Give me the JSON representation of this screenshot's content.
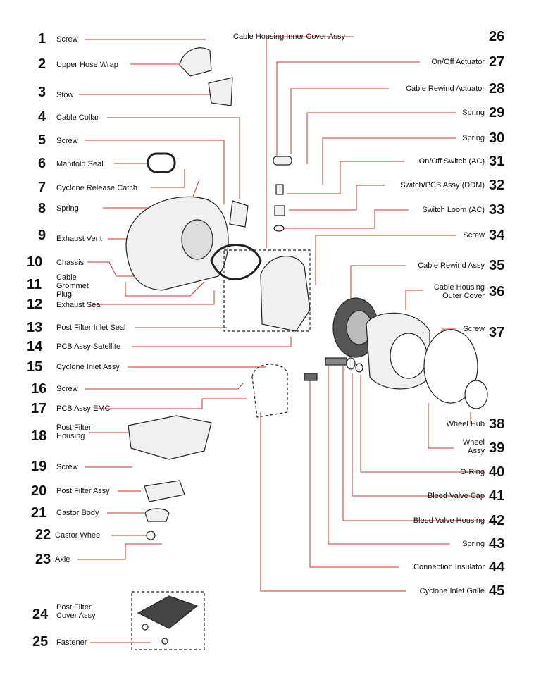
{
  "parts_left": [
    {
      "num": "1",
      "label": "Screw"
    },
    {
      "num": "2",
      "label": "Upper Hose Wrap"
    },
    {
      "num": "3",
      "label": "Stow"
    },
    {
      "num": "4",
      "label": "Cable Collar"
    },
    {
      "num": "5",
      "label": "Screw"
    },
    {
      "num": "6",
      "label": "Manifold Seal"
    },
    {
      "num": "7",
      "label": "Cyclone Release Catch"
    },
    {
      "num": "8",
      "label": "Spring"
    },
    {
      "num": "9",
      "label": "Exhaust Vent"
    },
    {
      "num": "10",
      "label": "Chassis"
    },
    {
      "num": "11",
      "label": "Cable Grommet Plug"
    },
    {
      "num": "12",
      "label": "Exhaust Seal"
    },
    {
      "num": "13",
      "label": "Post Filter Inlet Seal"
    },
    {
      "num": "14",
      "label": "PCB Assy Satellite"
    },
    {
      "num": "15",
      "label": "Cyclone Inlet Assy"
    },
    {
      "num": "16",
      "label": "Screw"
    },
    {
      "num": "17",
      "label": "PCB Assy EMC"
    },
    {
      "num": "18",
      "label": "Post Filter Housing"
    },
    {
      "num": "19",
      "label": "Screw"
    },
    {
      "num": "20",
      "label": "Post Filter Assy"
    },
    {
      "num": "21",
      "label": "Castor Body"
    },
    {
      "num": "22",
      "label": "Castor Wheel"
    },
    {
      "num": "23",
      "label": "Axle"
    },
    {
      "num": "24",
      "label": "Post Filter Cover Assy"
    },
    {
      "num": "25",
      "label": "Fastener"
    }
  ],
  "parts_right": [
    {
      "num": "26",
      "label": "Cable Housing Inner Cover Assy"
    },
    {
      "num": "27",
      "label": "On/Off Actuator"
    },
    {
      "num": "28",
      "label": "Cable Rewind Actuator"
    },
    {
      "num": "29",
      "label": "Spring"
    },
    {
      "num": "30",
      "label": "Spring"
    },
    {
      "num": "31",
      "label": "On/Off Switch (AC)"
    },
    {
      "num": "32",
      "label": "Switch/PCB Assy (DDM)"
    },
    {
      "num": "33",
      "label": "Switch Loom (AC)"
    },
    {
      "num": "34",
      "label": "Screw"
    },
    {
      "num": "35",
      "label": "Cable Rewind Assy"
    },
    {
      "num": "36",
      "label": "Cable Housing Outer Cover"
    },
    {
      "num": "37",
      "label": "Screw"
    },
    {
      "num": "38",
      "label": "Wheel Hub"
    },
    {
      "num": "39",
      "label": "Wheel Assy"
    },
    {
      "num": "40",
      "label": "O-Ring"
    },
    {
      "num": "41",
      "label": "Bleed Valve Cap"
    },
    {
      "num": "42",
      "label": "Bleed Valve Housing"
    },
    {
      "num": "43",
      "label": "Spring"
    },
    {
      "num": "44",
      "label": "Connection Insulator"
    },
    {
      "num": "45",
      "label": "Cyclone Inlet Grille"
    }
  ],
  "colors": {
    "leader": "#c0392b",
    "ink": "#111111",
    "part_fill": "#f0f0f0"
  }
}
